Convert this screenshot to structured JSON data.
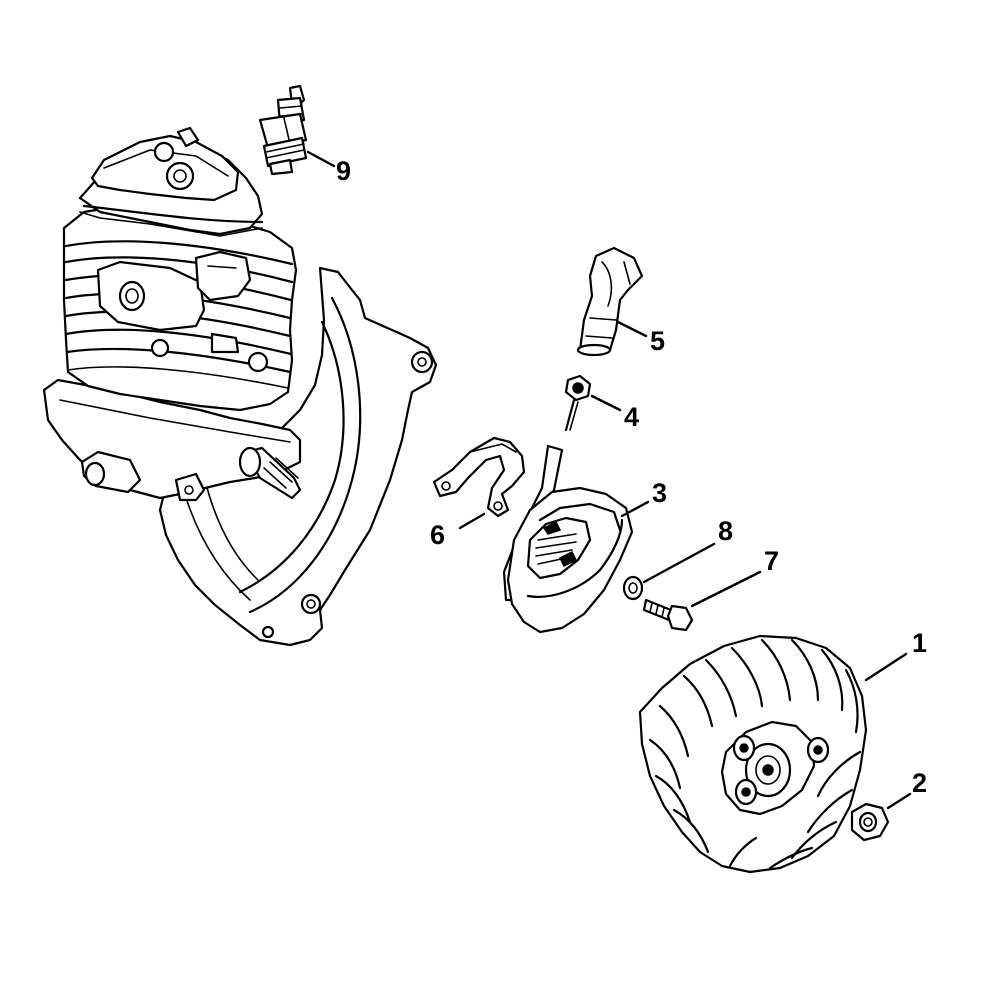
{
  "callouts": [
    {
      "id": "1",
      "label": "1",
      "part": "flywheel"
    },
    {
      "id": "2",
      "label": "2",
      "part": "nut"
    },
    {
      "id": "3",
      "label": "3",
      "part": "ignition-module"
    },
    {
      "id": "4",
      "label": "4",
      "part": "spark-plug-terminal"
    },
    {
      "id": "5",
      "label": "5",
      "part": "spark-plug-boot"
    },
    {
      "id": "6",
      "label": "6",
      "part": "short-circuit-wire-bracket"
    },
    {
      "id": "7",
      "label": "7",
      "part": "screw"
    },
    {
      "id": "8",
      "label": "8",
      "part": "washer"
    },
    {
      "id": "9",
      "label": "9",
      "part": "spark-plug"
    }
  ],
  "colors": {
    "line": "#000000",
    "background": "#ffffff"
  }
}
